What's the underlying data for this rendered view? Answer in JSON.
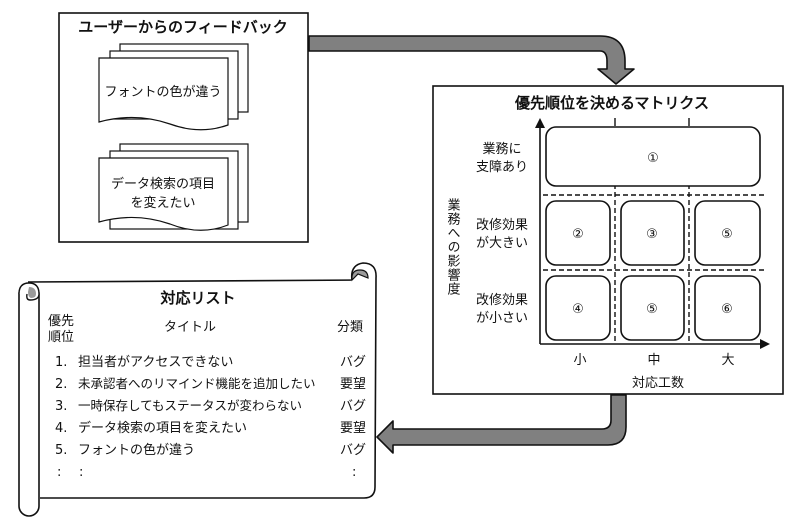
{
  "feedback": {
    "title": "ユーザーからのフィードバック",
    "cards": [
      {
        "lines": [
          "フォントの色が違う"
        ]
      },
      {
        "lines": [
          "データ検索の項目",
          "を変えたい"
        ]
      }
    ]
  },
  "matrix": {
    "title": "優先順位を決めるマトリクス",
    "y_axis_label": "業務への影響度",
    "x_axis_label": "対応工数",
    "rows": [
      {
        "label_lines": [
          "業務に",
          "支障あり"
        ]
      },
      {
        "label_lines": [
          "改修効果",
          "が大きい"
        ]
      },
      {
        "label_lines": [
          "改修効果",
          "が小さい"
        ]
      }
    ],
    "columns": [
      "小",
      "中",
      "大"
    ],
    "cells": {
      "top": "①",
      "middle": [
        "②",
        "③",
        "⑤"
      ],
      "bottom": [
        "④",
        "⑤",
        "⑥"
      ]
    }
  },
  "list": {
    "title": "対応リスト",
    "headers": {
      "priority": [
        "優先",
        "順位"
      ],
      "title": "タイトル",
      "category": "分類"
    },
    "rows": [
      {
        "no": "1.",
        "title": "担当者がアクセスできない",
        "category": "バグ"
      },
      {
        "no": "2.",
        "title": "未承認者へのリマインド機能を追加したい",
        "category": "要望"
      },
      {
        "no": "3.",
        "title": "一時保存してもステータスが変わらない",
        "category": "バグ"
      },
      {
        "no": "4.",
        "title": "データ検索の項目を変えたい",
        "category": "要望"
      },
      {
        "no": "5.",
        "title": "フォントの色が違う",
        "category": "バグ"
      }
    ],
    "ellipsis": {
      "no": ":",
      "title": ":",
      "category": ":"
    }
  },
  "colors": {
    "arrow_fill": "#808080",
    "stroke": "#111111",
    "scroll_curl": "#9a9a9a"
  }
}
